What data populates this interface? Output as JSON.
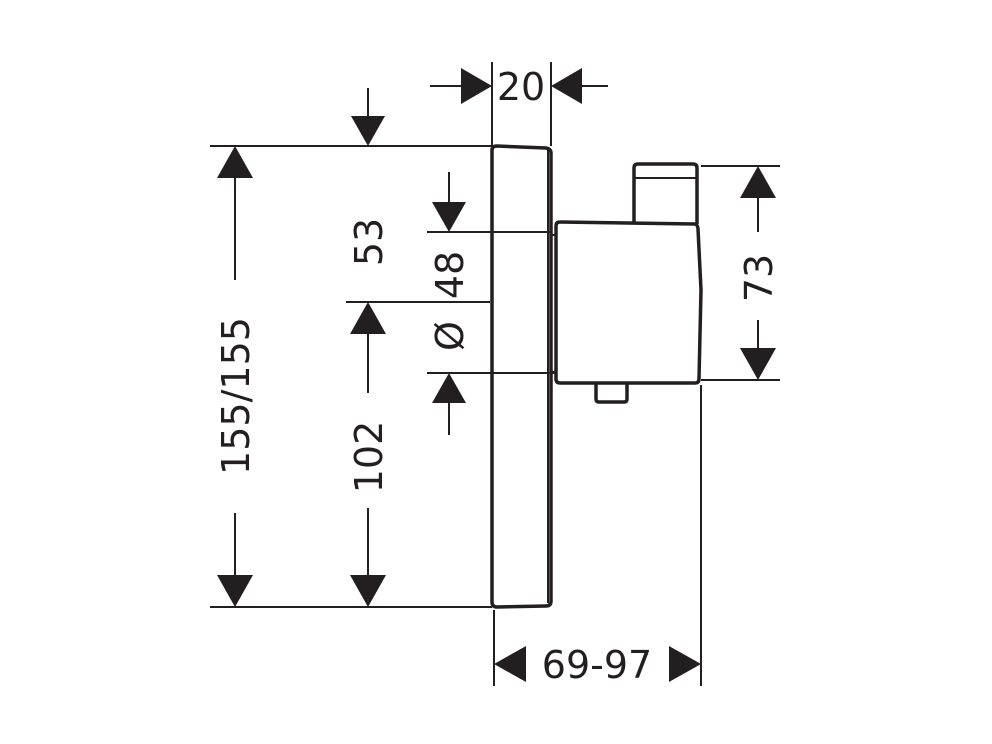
{
  "dimensions": {
    "top_width": "20",
    "total_height": "155/155",
    "upper_offset": "53",
    "lower_offset": "102",
    "diameter_value": "48",
    "diameter_symbol": "Ø",
    "body_height": "73",
    "depth_range": "69-97"
  },
  "colors": {
    "ink": "#231f20",
    "background": "#ffffff"
  }
}
